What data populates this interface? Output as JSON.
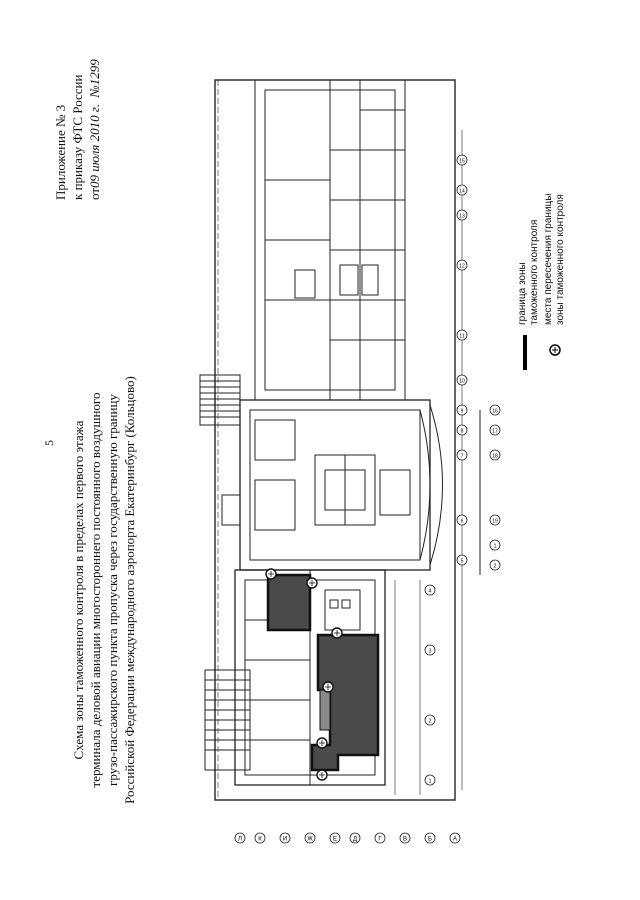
{
  "page_number": "5",
  "title_lines": [
    "Схема зоны таможенного контроля в пределах первого этажа",
    "терминала деловой авиации многостороннего постоянного воздушного",
    "грузо-пассажирского пункта пропуска через государственную границу",
    "Российской Федерации международного аэропорта Екатеринбург (Кольцово)"
  ],
  "appendix": {
    "line1": "Приложение № 3",
    "line2": "к приказу ФТС России",
    "line3_prefix": "от",
    "date": "09 июля 2010 г.",
    "number": "№1299"
  },
  "legend": {
    "items": [
      {
        "icon": "thick-line",
        "text_lines": [
          "граница зоны",
          "таможенного контроля"
        ]
      },
      {
        "icon": "circled-cross",
        "text_lines": [
          "места пересечения границы",
          "зоны таможенного контроля"
        ]
      }
    ]
  },
  "plan": {
    "col_labels": [
      "A",
      "Б",
      "В",
      "Г",
      "Д",
      "Е",
      "Ж",
      "И",
      "К",
      "Л"
    ],
    "row_labels": [
      "1",
      "2",
      "3",
      "4",
      "5",
      "6",
      "7",
      "8",
      "9",
      "10",
      "11",
      "12",
      "13",
      "14",
      "15",
      "16",
      "17",
      "18",
      "19"
    ]
  }
}
